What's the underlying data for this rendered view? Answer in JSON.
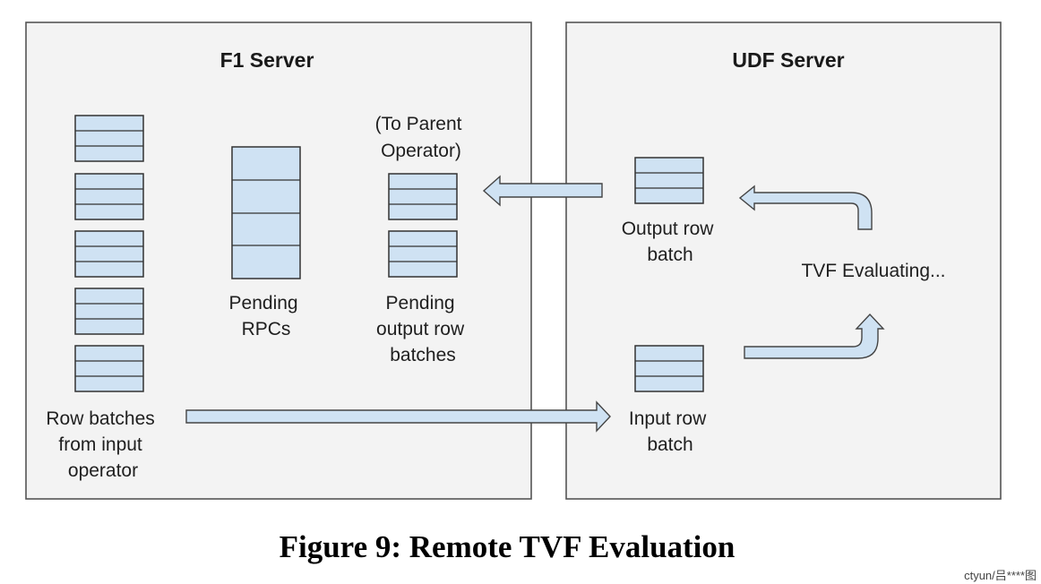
{
  "f1_server": {
    "title": "F1 Server",
    "input_batches_label": [
      "Row batches",
      "from input",
      "operator"
    ],
    "pending_rpcs_label": [
      "Pending",
      "RPCs"
    ],
    "to_parent_label": [
      "(To Parent",
      "Operator)"
    ],
    "pending_output_label": [
      "Pending",
      "output row",
      "batches"
    ]
  },
  "udf_server": {
    "title": "UDF Server",
    "output_batch_label": [
      "Output row",
      "batch"
    ],
    "input_batch_label": [
      "Input row",
      "batch"
    ],
    "tvf_status": "TVF Evaluating..."
  },
  "caption": "Figure 9: Remote TVF Evaluation",
  "watermark": "ctyun/吕****图",
  "colors": {
    "panel_fill": "#f3f3f3",
    "panel_border": "#555555",
    "batch_fill": "#cfe2f3",
    "arrow_fill": "#cfe2f3",
    "outline": "#333333"
  }
}
